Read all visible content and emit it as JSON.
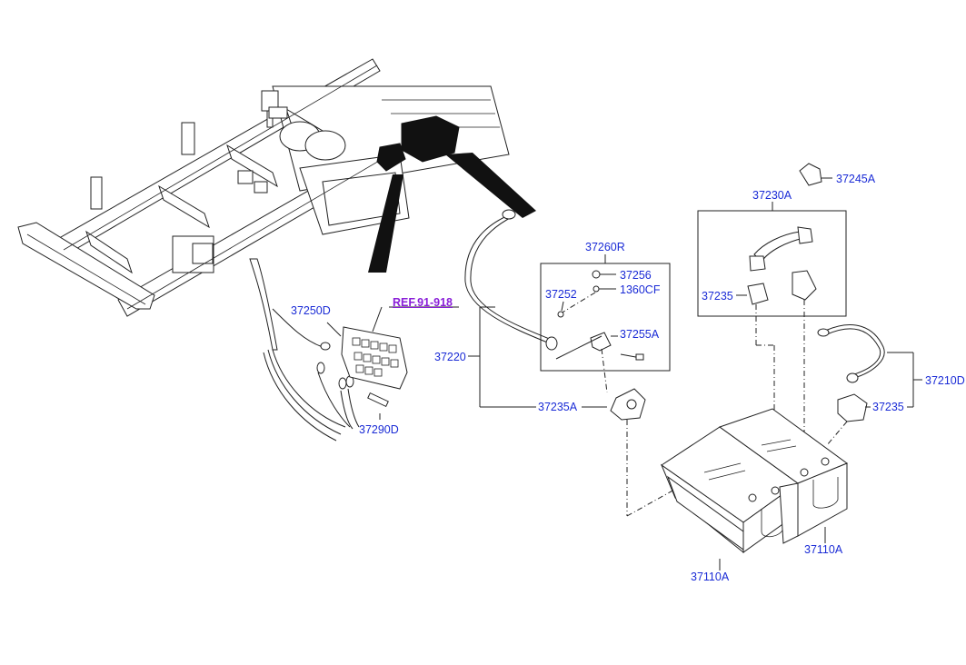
{
  "labels": {
    "p37245A": "37245A",
    "p37230A": "37230A",
    "p37260R": "37260R",
    "p37256": "37256",
    "p1360CF": "1360CF",
    "p37252": "37252",
    "p37255A": "37255A",
    "p37235_a": "37235",
    "p37250D": "37250D",
    "ref": "REF.91-918",
    "p37220": "37220",
    "p37235A": "37235A",
    "p37210D": "37210D",
    "p37235_b": "37235",
    "p37290D": "37290D",
    "p37110A_right": "37110A",
    "p37110A_left": "37110A"
  },
  "colors": {
    "label": "#1a2bd6",
    "reference": "#8a1fd8",
    "line": "#222222"
  }
}
